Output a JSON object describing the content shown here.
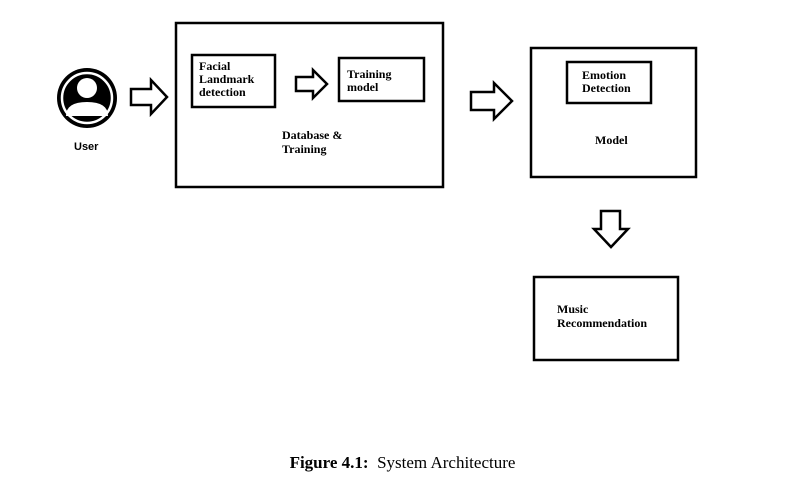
{
  "user": {
    "label": "User"
  },
  "database_training": {
    "title_lines": [
      "Database &",
      "Training"
    ],
    "facial_landmark": {
      "lines": [
        "Facial",
        "Landmark",
        "detection"
      ]
    },
    "training_model": {
      "lines": [
        "Training",
        "model"
      ]
    }
  },
  "model": {
    "title": "Model",
    "emotion_detection": {
      "lines": [
        "Emotion",
        "Detection"
      ]
    }
  },
  "music_recommendation": {
    "lines": [
      "Music",
      "Recommendation"
    ]
  },
  "caption": {
    "label": "Figure 4.1:",
    "text": "System Architecture"
  }
}
